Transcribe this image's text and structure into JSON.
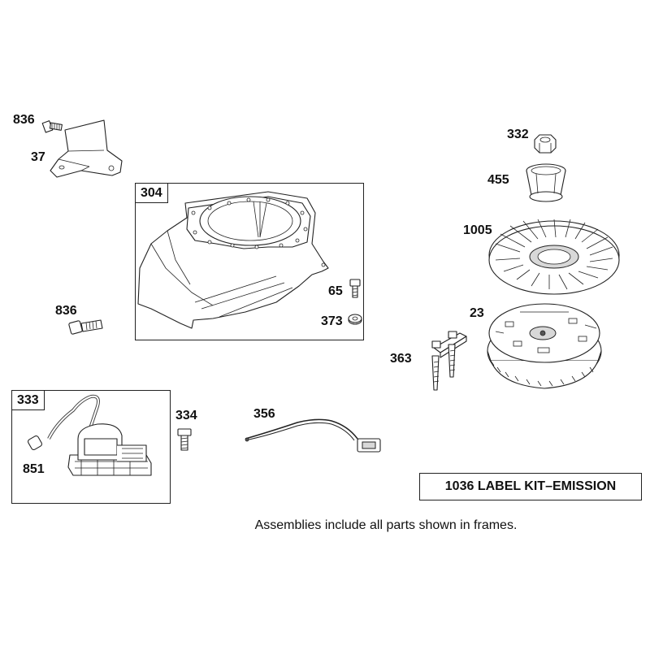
{
  "parts": {
    "p836a": "836",
    "p37": "37",
    "p304": "304",
    "p836b": "836",
    "p65": "65",
    "p373": "373",
    "p332": "332",
    "p455": "455",
    "p1005": "1005",
    "p23": "23",
    "p363": "363",
    "p333": "333",
    "p851": "851",
    "p334": "334",
    "p356": "356"
  },
  "kit_label": "1036 LABEL KIT–EMISSION",
  "footnote": "Assemblies include all parts shown in frames."
}
